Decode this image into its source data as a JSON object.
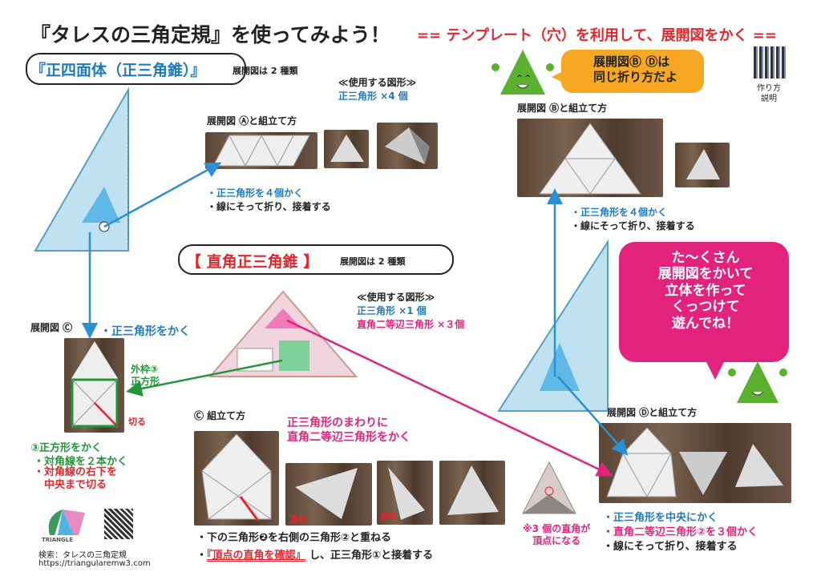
{
  "header": {
    "title": "『タレスの三角定規』を使ってみよう！",
    "subtitle": "== テンプレート（穴）を利用して、展開図をかく =="
  },
  "section1": {
    "title": "『正四面体（正三角錐）』",
    "count": "展開図は 2 種類",
    "shapes_heading": "≪使用する図形≫",
    "shapes_1": "正三角形 ×4 個",
    "netA_heading": "展開図 Ⓐと組立て方",
    "netA_step1": "・正三角形を４個かく",
    "netA_step2": "・線にそって折り、接着する",
    "netB_heading": "展開図 Ⓑと組立て方",
    "netB_step1": "・正三角形を４個かく",
    "netB_step2": "・線にそって折り、接着する",
    "bubble": "展開図Ⓑ Ⓓは\n同じ折り方だよ",
    "qr_label": "作り方\n説明"
  },
  "section2": {
    "title": "【 直角正三角錐 】",
    "count": "展開図は 2 種類",
    "shapes_heading": "≪使用する図形≫",
    "shapes_1": "正三角形 ×1 個",
    "shapes_2": "直角二等辺三角形 ×３個",
    "netC_heading": "展開図 Ⓒ",
    "netC_step1": "・正三角形をかく",
    "outer_label": "外枠③\n正方形",
    "cut_label": "切る",
    "netC_sq": "③正方形をかく",
    "netC_diag": "・対角線を２本かく",
    "netC_cut": "・対角線の右下を\n　中央まで切る",
    "assemble_heading": "Ⓒ 組立て方",
    "assemble_note": "正三角形のまわりに\n直角二等辺三角形をかく",
    "assemble_step1": "・下の三角形❷を右側の三角形②と重ねる",
    "assemble_step2_bullet": "・",
    "assemble_step2_em": "『頂点の直角を確認』",
    "assemble_step2_rest": " し、正三角形①と接着する",
    "right_angle_label": "直角",
    "note": "※3 個の直角が\n頂点になる",
    "netD_heading": "展開図 Ⓓと組立て方",
    "netD_step1": "・正三角形を中央にかく",
    "netD_step2": "・直角二等辺三角形②を３個かく",
    "netD_step3": "・線にそって折り、接着する"
  },
  "pink_bubble": "た～くさん\n展開図をかいて\n立体を作って\nくっつけて\n遊んでね！",
  "footer": {
    "logo": "TRIANGLE",
    "search": "検索：タレスの三角定規",
    "url": "https://triangularemw3.com"
  },
  "colors": {
    "blue": "#1f7ac0",
    "red": "#e3262c",
    "pink": "#e2237e",
    "green": "#22963a",
    "orange": "#f7a823",
    "mascot": "#5bb030"
  }
}
